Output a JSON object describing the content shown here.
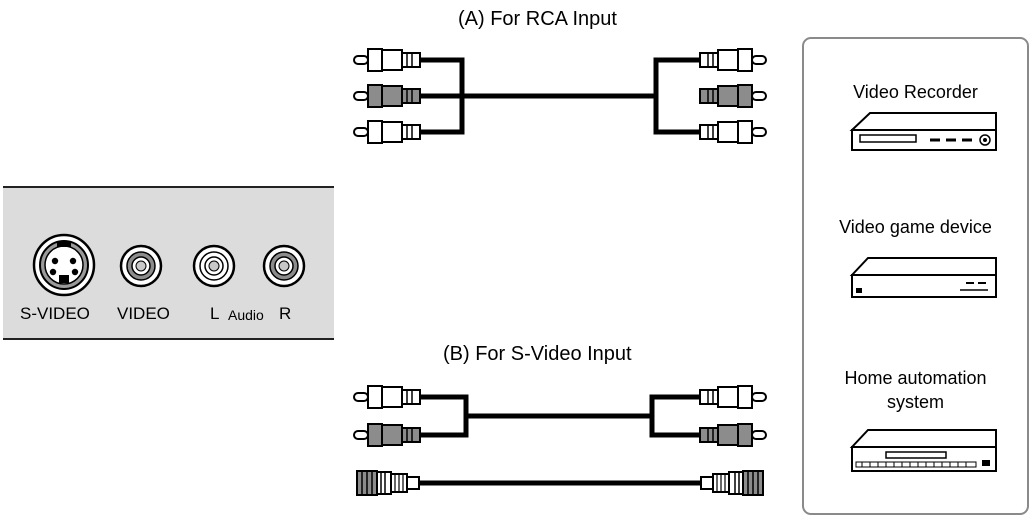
{
  "section_a": {
    "title": "(A) For RCA Input"
  },
  "section_b": {
    "title": "(B) For S-Video Input"
  },
  "panel": {
    "svideo_label": "S-VIDEO",
    "video_label": "VIDEO",
    "audio_l_label": "L",
    "audio_label": "Audio",
    "audio_r_label": "R"
  },
  "devices": {
    "video_recorder": "Video Recorder",
    "video_game": "Video game device",
    "home_automation_line1": "Home automation",
    "home_automation_line2": "system"
  },
  "colors": {
    "panel_fill": "#dcdcdc",
    "device_border": "#8a8a8a",
    "cable": "#000000",
    "plug_white": "#ffffff",
    "plug_gray": "#8c8c8c"
  }
}
